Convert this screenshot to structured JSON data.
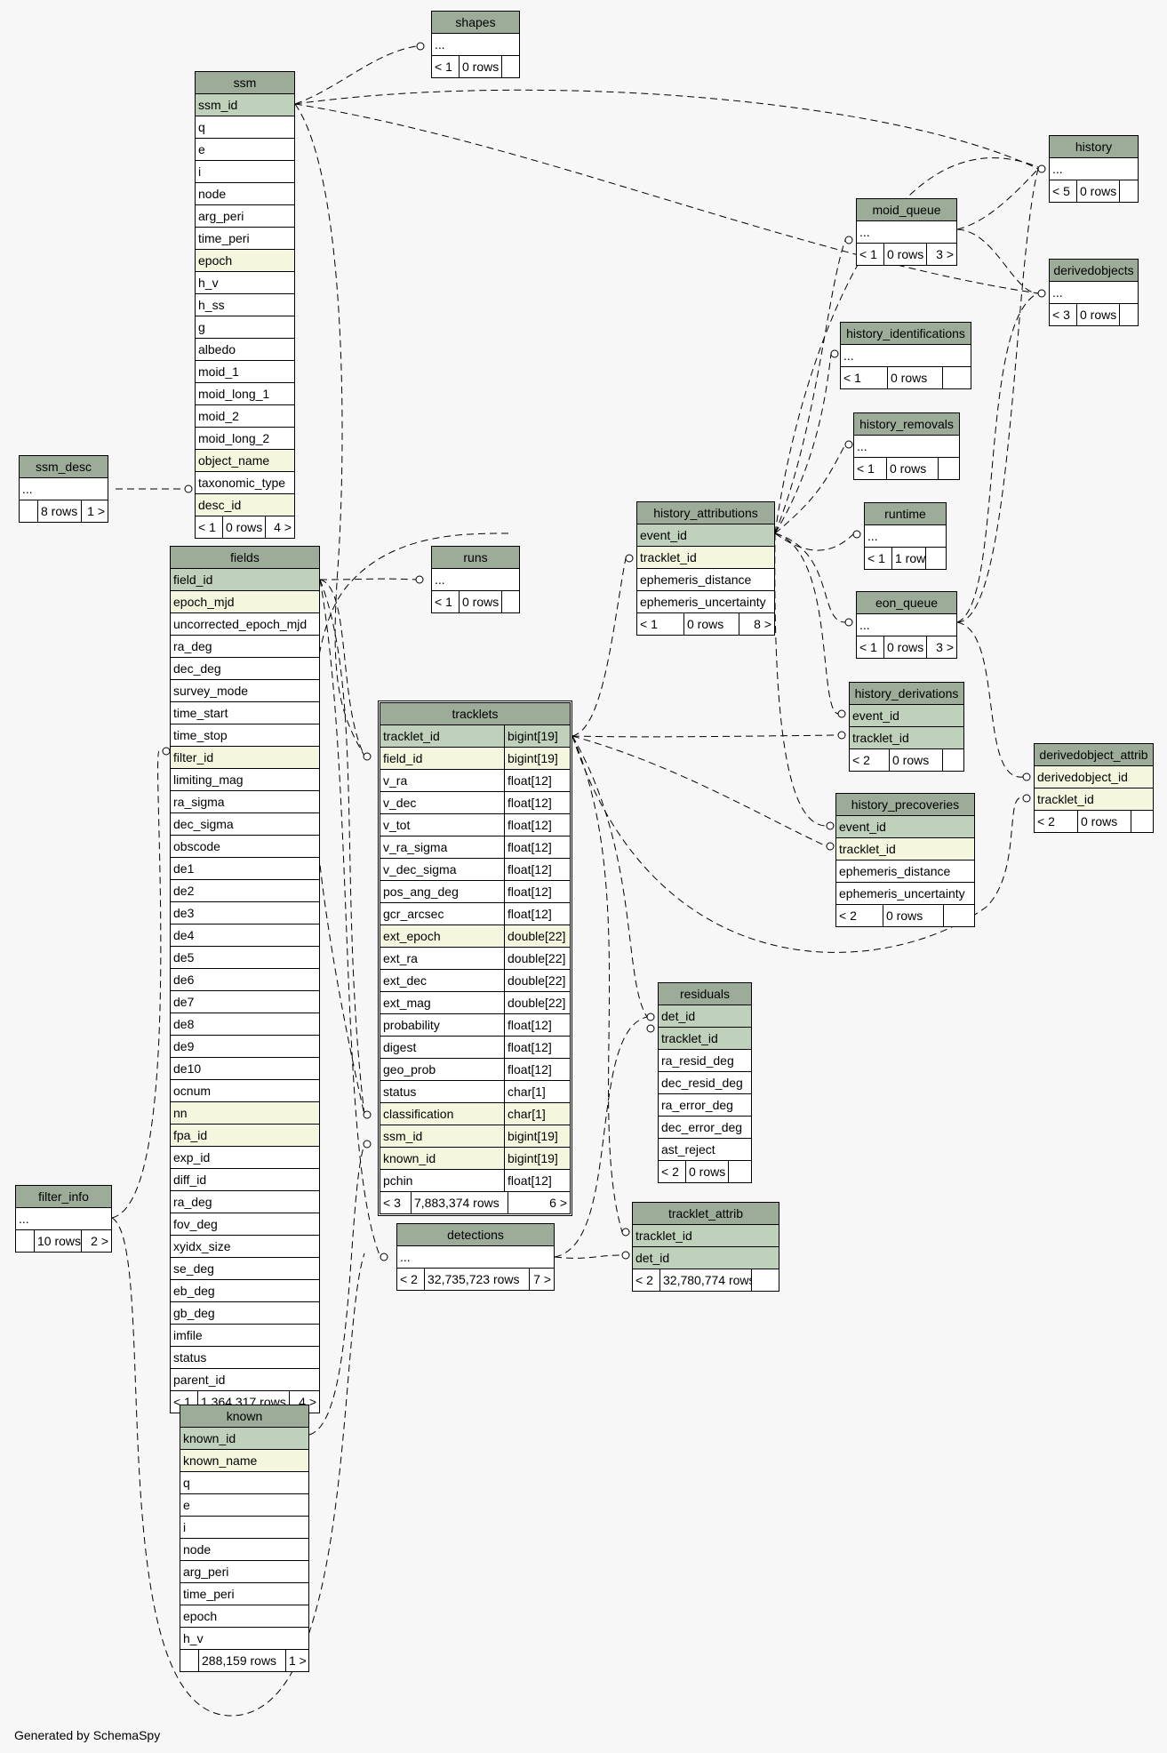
{
  "footer": "Generated by SchemaSpy",
  "colors": {
    "background": "#f7f7f7",
    "header": "#9cac98",
    "primary_key": "#bfd0bb",
    "foreign_key": "#f4f7dd",
    "column": "#ffffff"
  },
  "tables": [
    {
      "name": "shapes",
      "columns": [
        {
          "name": "..."
        }
      ],
      "footer": [
        "< 1",
        "0 rows",
        ""
      ]
    },
    {
      "name": "ssm",
      "columns": [
        {
          "name": "ssm_id",
          "kind": "pk"
        },
        {
          "name": "q"
        },
        {
          "name": "e"
        },
        {
          "name": "i"
        },
        {
          "name": "node"
        },
        {
          "name": "arg_peri"
        },
        {
          "name": "time_peri"
        },
        {
          "name": "epoch",
          "kind": "fk"
        },
        {
          "name": "h_v"
        },
        {
          "name": "h_ss"
        },
        {
          "name": "g"
        },
        {
          "name": "albedo"
        },
        {
          "name": "moid_1"
        },
        {
          "name": "moid_long_1"
        },
        {
          "name": "moid_2"
        },
        {
          "name": "moid_long_2"
        },
        {
          "name": "object_name",
          "kind": "fk"
        },
        {
          "name": "taxonomic_type"
        },
        {
          "name": "desc_id",
          "kind": "fk"
        }
      ],
      "footer": [
        "< 1",
        "0 rows",
        "4 >"
      ]
    },
    {
      "name": "history",
      "columns": [
        {
          "name": "..."
        }
      ],
      "footer": [
        "< 5",
        "0 rows",
        ""
      ]
    },
    {
      "name": "moid_queue",
      "columns": [
        {
          "name": "..."
        }
      ],
      "footer": [
        "< 1",
        "0 rows",
        "3 >"
      ]
    },
    {
      "name": "derivedobjects",
      "columns": [
        {
          "name": "..."
        }
      ],
      "footer": [
        "< 3",
        "0 rows",
        ""
      ]
    },
    {
      "name": "history_identifications",
      "columns": [
        {
          "name": "..."
        }
      ],
      "footer": [
        "< 1",
        "0 rows",
        ""
      ]
    },
    {
      "name": "history_removals",
      "columns": [
        {
          "name": "..."
        }
      ],
      "footer": [
        "< 1",
        "0 rows",
        ""
      ]
    },
    {
      "name": "ssm_desc",
      "columns": [
        {
          "name": "..."
        }
      ],
      "footer": [
        "",
        "8 rows",
        "1 >"
      ]
    },
    {
      "name": "history_attributions",
      "columns": [
        {
          "name": "event_id",
          "kind": "pk"
        },
        {
          "name": "tracklet_id",
          "kind": "fk"
        },
        {
          "name": "ephemeris_distance"
        },
        {
          "name": "ephemeris_uncertainty"
        }
      ],
      "footer": [
        "< 1",
        "0 rows",
        "8 >"
      ]
    },
    {
      "name": "runtime",
      "columns": [
        {
          "name": "..."
        }
      ],
      "footer": [
        "< 1",
        "1 row",
        ""
      ]
    },
    {
      "name": "fields",
      "columns": [
        {
          "name": "field_id",
          "kind": "pk"
        },
        {
          "name": "epoch_mjd",
          "kind": "fk"
        },
        {
          "name": "uncorrected_epoch_mjd"
        },
        {
          "name": "ra_deg"
        },
        {
          "name": "dec_deg"
        },
        {
          "name": "survey_mode"
        },
        {
          "name": "time_start"
        },
        {
          "name": "time_stop"
        },
        {
          "name": "filter_id",
          "kind": "fk"
        },
        {
          "name": "limiting_mag"
        },
        {
          "name": "ra_sigma"
        },
        {
          "name": "dec_sigma"
        },
        {
          "name": "obscode"
        },
        {
          "name": "de1"
        },
        {
          "name": "de2"
        },
        {
          "name": "de3"
        },
        {
          "name": "de4"
        },
        {
          "name": "de5"
        },
        {
          "name": "de6"
        },
        {
          "name": "de7"
        },
        {
          "name": "de8"
        },
        {
          "name": "de9"
        },
        {
          "name": "de10"
        },
        {
          "name": "ocnum"
        },
        {
          "name": "nn",
          "kind": "fk"
        },
        {
          "name": "fpa_id",
          "kind": "fk"
        },
        {
          "name": "exp_id"
        },
        {
          "name": "diff_id"
        },
        {
          "name": "ra_deg"
        },
        {
          "name": "fov_deg"
        },
        {
          "name": "xyidx_size"
        },
        {
          "name": "se_deg"
        },
        {
          "name": "eb_deg"
        },
        {
          "name": "gb_deg"
        },
        {
          "name": "imfile"
        },
        {
          "name": "status"
        },
        {
          "name": "parent_id"
        }
      ],
      "footer": [
        "< 1",
        "1,364,317 rows",
        "4 >"
      ]
    },
    {
      "name": "runs",
      "columns": [
        {
          "name": "..."
        }
      ],
      "footer": [
        "< 1",
        "0 rows",
        ""
      ]
    },
    {
      "name": "eon_queue",
      "columns": [
        {
          "name": "..."
        }
      ],
      "footer": [
        "< 1",
        "0 rows",
        "3 >"
      ]
    },
    {
      "name": "history_derivations",
      "columns": [
        {
          "name": "event_id",
          "kind": "pk"
        },
        {
          "name": "tracklet_id",
          "kind": "pk"
        }
      ],
      "footer": [
        "< 2",
        "0 rows",
        ""
      ]
    },
    {
      "name": "tracklets",
      "columns": [
        {
          "name": "tracklet_id",
          "type": "bigint[19]",
          "kind": "pk"
        },
        {
          "name": "field_id",
          "type": "bigint[19]",
          "kind": "fk"
        },
        {
          "name": "v_ra",
          "type": "float[12]"
        },
        {
          "name": "v_dec",
          "type": "float[12]"
        },
        {
          "name": "v_tot",
          "type": "float[12]"
        },
        {
          "name": "v_ra_sigma",
          "type": "float[12]"
        },
        {
          "name": "v_dec_sigma",
          "type": "float[12]"
        },
        {
          "name": "pos_ang_deg",
          "type": "float[12]"
        },
        {
          "name": "gcr_arcsec",
          "type": "float[12]"
        },
        {
          "name": "ext_epoch",
          "type": "double[22]",
          "kind": "fk"
        },
        {
          "name": "ext_ra",
          "type": "double[22]"
        },
        {
          "name": "ext_dec",
          "type": "double[22]"
        },
        {
          "name": "ext_mag",
          "type": "double[22]"
        },
        {
          "name": "probability",
          "type": "float[12]"
        },
        {
          "name": "digest",
          "type": "float[12]"
        },
        {
          "name": "geo_prob",
          "type": "float[12]"
        },
        {
          "name": "status",
          "type": "char[1]"
        },
        {
          "name": "classification",
          "type": "char[1]",
          "kind": "fk"
        },
        {
          "name": "ssm_id",
          "type": "bigint[19]",
          "kind": "fk"
        },
        {
          "name": "known_id",
          "type": "bigint[19]",
          "kind": "fk"
        },
        {
          "name": "pchin",
          "type": "float[12]"
        }
      ],
      "footer": [
        "< 3",
        "7,883,374 rows",
        "6 >"
      ]
    },
    {
      "name": "derivedobject_attrib",
      "columns": [
        {
          "name": "derivedobject_id",
          "kind": "fk"
        },
        {
          "name": "tracklet_id",
          "kind": "fk"
        }
      ],
      "footer": [
        "< 2",
        "0 rows",
        ""
      ]
    },
    {
      "name": "history_precoveries",
      "columns": [
        {
          "name": "event_id",
          "kind": "pk"
        },
        {
          "name": "tracklet_id",
          "kind": "fk"
        },
        {
          "name": "ephemeris_distance"
        },
        {
          "name": "ephemeris_uncertainty"
        }
      ],
      "footer": [
        "< 2",
        "0 rows",
        ""
      ]
    },
    {
      "name": "residuals",
      "columns": [
        {
          "name": "det_id",
          "kind": "pk"
        },
        {
          "name": "tracklet_id",
          "kind": "pk"
        },
        {
          "name": "ra_resid_deg"
        },
        {
          "name": "dec_resid_deg"
        },
        {
          "name": "ra_error_deg"
        },
        {
          "name": "dec_error_deg"
        },
        {
          "name": "ast_reject"
        }
      ],
      "footer": [
        "< 2",
        "0 rows",
        ""
      ]
    },
    {
      "name": "filter_info",
      "columns": [
        {
          "name": "..."
        }
      ],
      "footer": [
        "",
        "10 rows",
        "2 >"
      ]
    },
    {
      "name": "detections",
      "columns": [
        {
          "name": "..."
        }
      ],
      "footer": [
        "< 2",
        "32,735,723 rows",
        "7 >"
      ]
    },
    {
      "name": "tracklet_attrib",
      "columns": [
        {
          "name": "tracklet_id",
          "kind": "pk"
        },
        {
          "name": "det_id",
          "kind": "pk"
        }
      ],
      "footer": [
        "< 2",
        "32,780,774 rows",
        ""
      ]
    },
    {
      "name": "known",
      "columns": [
        {
          "name": "known_id",
          "kind": "pk"
        },
        {
          "name": "known_name",
          "kind": "fk"
        },
        {
          "name": "q"
        },
        {
          "name": "e"
        },
        {
          "name": "i"
        },
        {
          "name": "node"
        },
        {
          "name": "arg_peri"
        },
        {
          "name": "time_peri"
        },
        {
          "name": "epoch"
        },
        {
          "name": "h_v"
        }
      ],
      "footer": [
        "",
        "288,159 rows",
        "1 >"
      ]
    }
  ]
}
